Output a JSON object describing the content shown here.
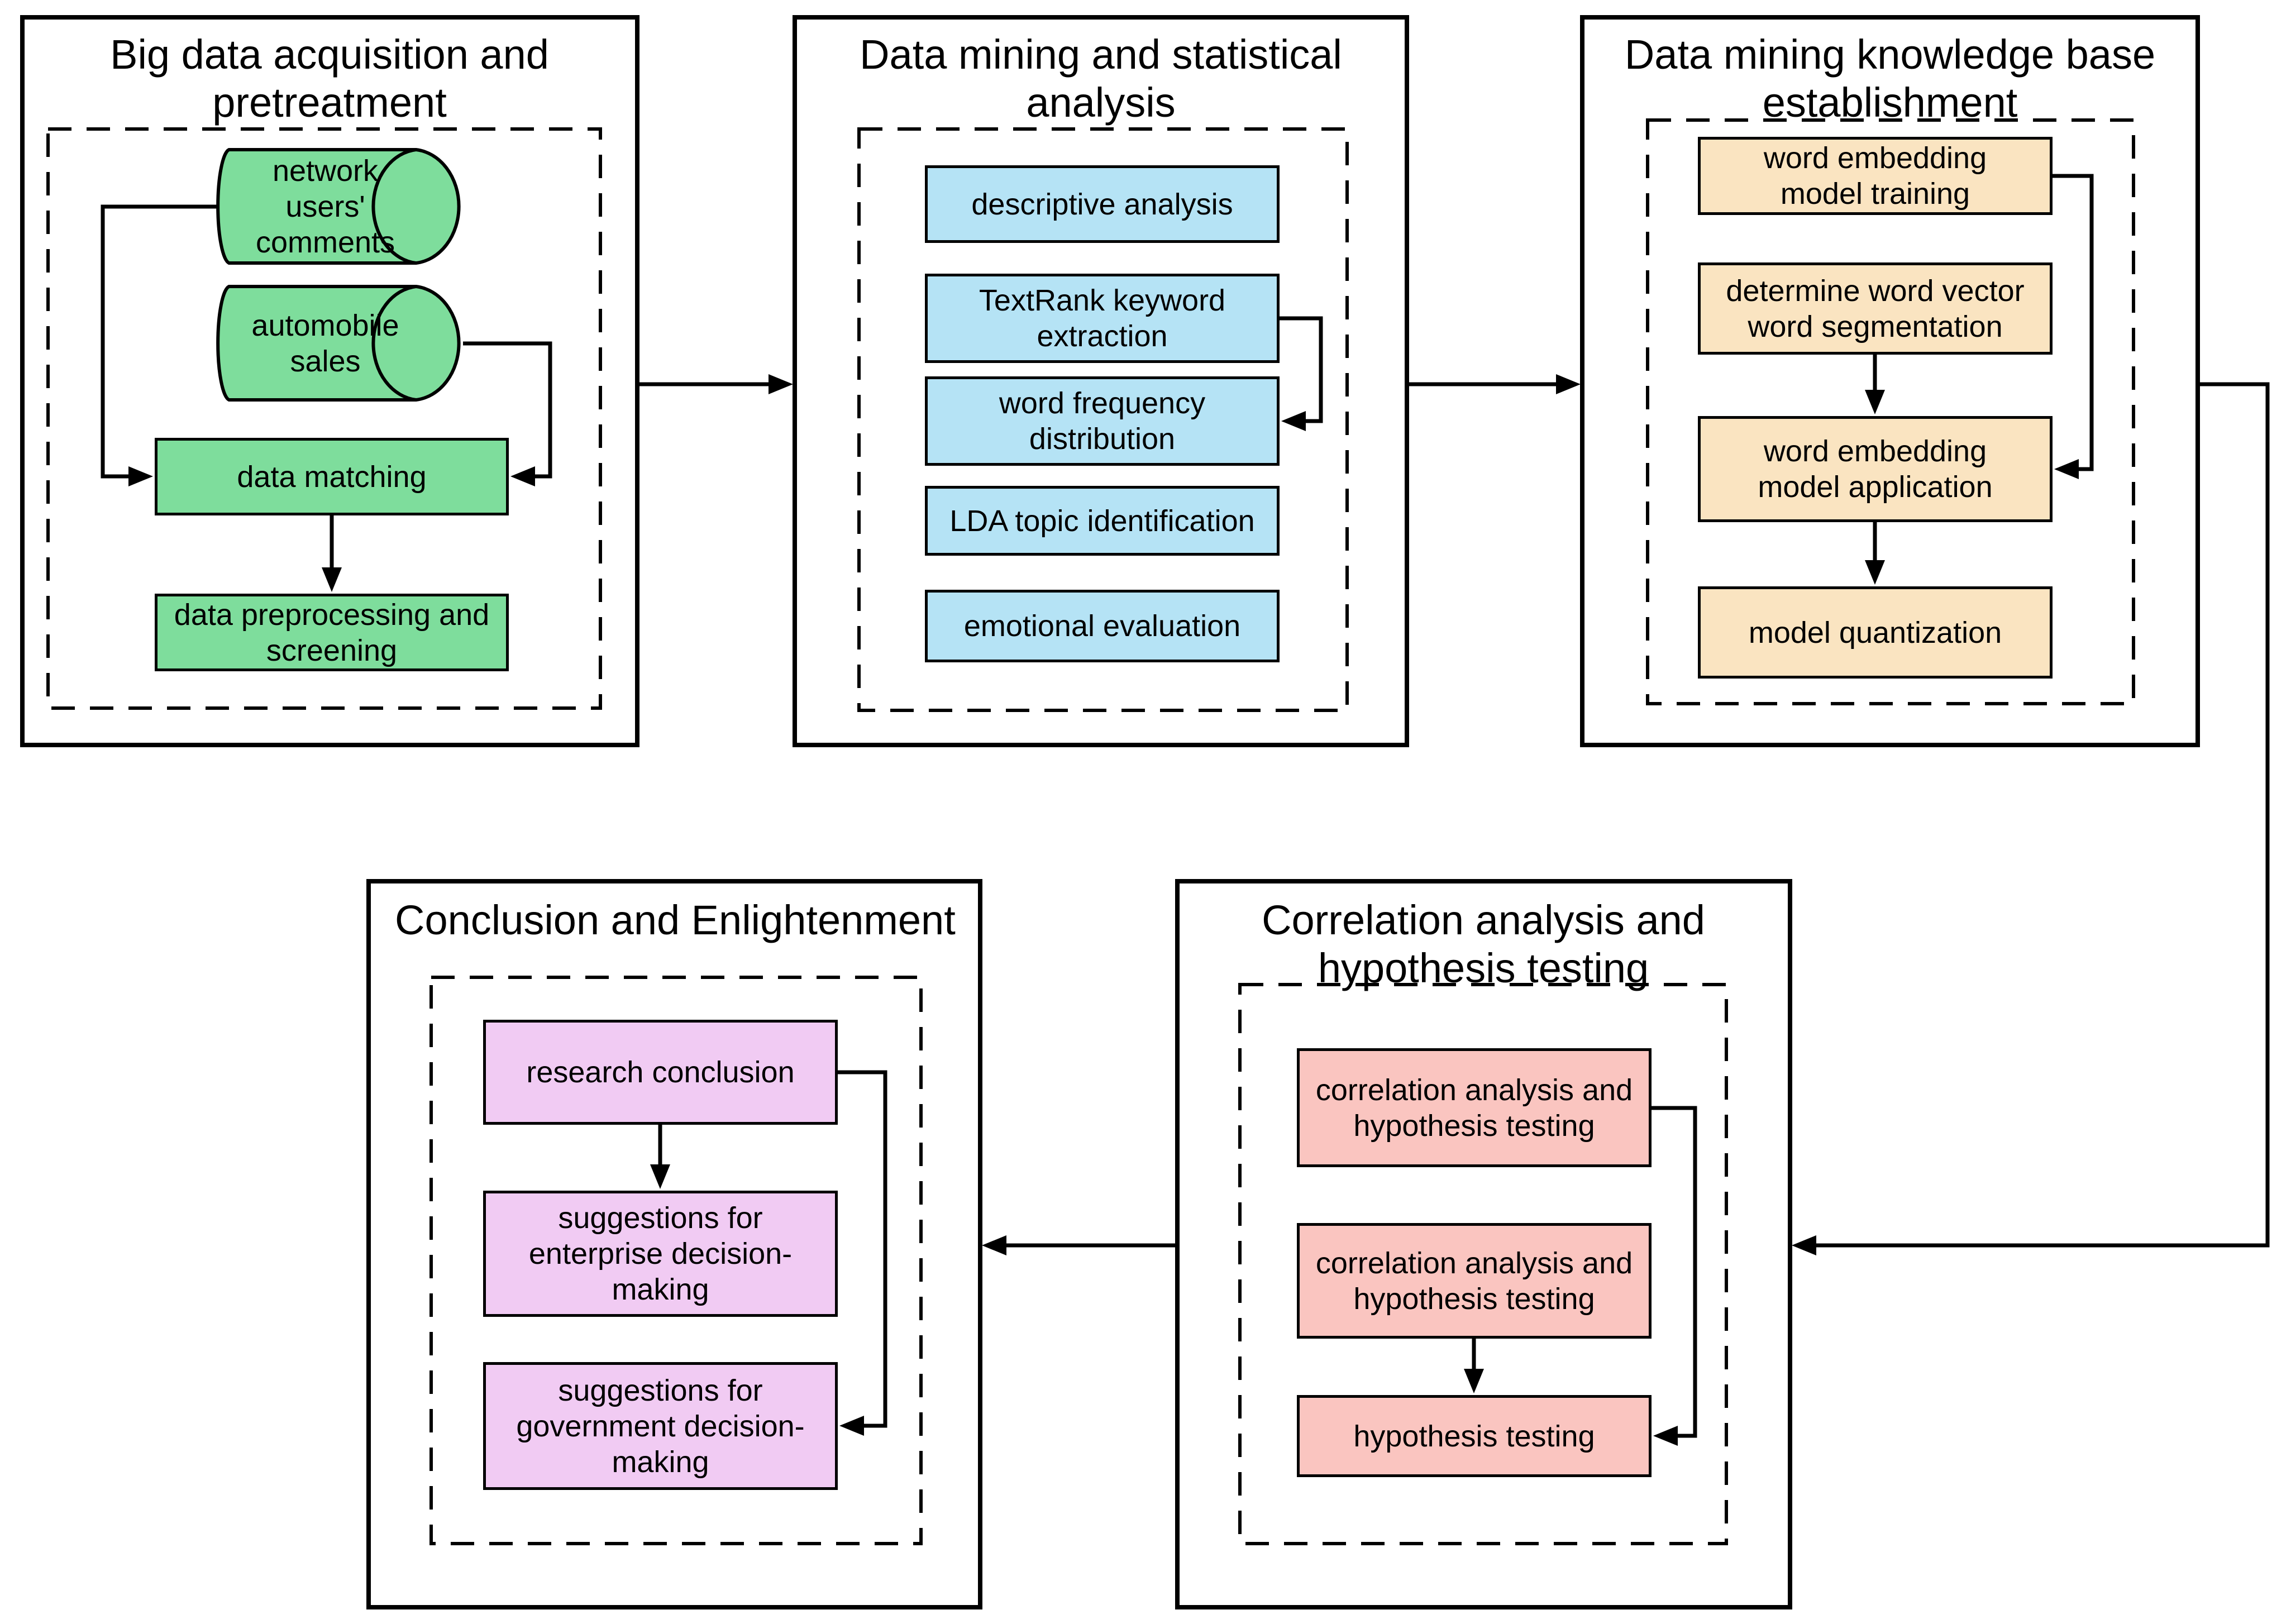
{
  "colors": {
    "green": "#7EDD9C",
    "blue": "#B5E3F5",
    "tan": "#FAE4C1",
    "violet": "#F1CBF3",
    "pink": "#FAC5C0",
    "line": "#000000",
    "background": "#FFFFFF"
  },
  "panels": {
    "acquisition": {
      "title_lines": [
        "Big data acquisition and",
        "pretreatment"
      ],
      "nodes": {
        "network_comments": {
          "lines": [
            "network",
            "users'",
            "comments"
          ],
          "shape": "cylinder"
        },
        "automobile_sales": {
          "lines": [
            "automobile",
            "sales"
          ],
          "shape": "cylinder"
        },
        "data_matching": {
          "lines": [
            "data matching"
          ],
          "shape": "rect"
        },
        "data_preprocessing": {
          "lines": [
            "data preprocessing and",
            "screening"
          ],
          "shape": "rect"
        }
      }
    },
    "mining": {
      "title_lines": [
        "Data mining and statistical",
        "analysis"
      ],
      "nodes": {
        "descriptive": {
          "lines": [
            "descriptive analysis"
          ],
          "shape": "rect"
        },
        "textrank": {
          "lines": [
            "TextRank keyword",
            "extraction"
          ],
          "shape": "rect"
        },
        "wordfreq": {
          "lines": [
            "word frequency",
            "distribution"
          ],
          "shape": "rect"
        },
        "lda": {
          "lines": [
            "LDA topic identification"
          ],
          "shape": "rect"
        },
        "emotional": {
          "lines": [
            "emotional evaluation"
          ],
          "shape": "rect"
        }
      }
    },
    "knowledge": {
      "title_lines": [
        "Data mining knowledge base",
        "establishment"
      ],
      "nodes": {
        "training": {
          "lines": [
            "word embedding",
            "model training"
          ],
          "shape": "rect"
        },
        "segmentation": {
          "lines": [
            "determine word vector",
            "word segmentation"
          ],
          "shape": "rect"
        },
        "application": {
          "lines": [
            "word embedding",
            "model application"
          ],
          "shape": "rect"
        },
        "quantization": {
          "lines": [
            "model quantization"
          ],
          "shape": "rect"
        }
      }
    },
    "conclusion": {
      "title_lines": [
        "Conclusion and Enlightenment"
      ],
      "nodes": {
        "research": {
          "lines": [
            "research conclusion"
          ],
          "shape": "rect"
        },
        "enterprise": {
          "lines": [
            "suggestions for",
            "enterprise decision-",
            "making"
          ],
          "shape": "rect"
        },
        "government": {
          "lines": [
            "suggestions for",
            "government decision-",
            "making"
          ],
          "shape": "rect"
        }
      }
    },
    "correlation": {
      "title_lines": [
        "Correlation analysis and",
        "hypothesis testing"
      ],
      "nodes": {
        "corr1": {
          "lines": [
            "correlation analysis and",
            "hypothesis testing"
          ],
          "shape": "rect"
        },
        "corr2": {
          "lines": [
            "correlation analysis and",
            "hypothesis testing"
          ],
          "shape": "rect"
        },
        "hypothesis": {
          "lines": [
            "hypothesis testing"
          ],
          "shape": "rect"
        }
      }
    }
  },
  "edges": [
    {
      "from": "network-users-comments",
      "to": "data-matching"
    },
    {
      "from": "automobile-sales",
      "to": "data-matching"
    },
    {
      "from": "data-matching",
      "to": "data-preprocessing-and-screening"
    },
    {
      "from": "big-data-acquisition-panel",
      "to": "data-mining-panel"
    },
    {
      "from": "textrank-keyword-extraction",
      "to": "word-frequency-distribution"
    },
    {
      "from": "data-mining-panel",
      "to": "knowledge-base-panel"
    },
    {
      "from": "word-embedding-model-training",
      "to": "word-embedding-model-application"
    },
    {
      "from": "determine-word-vector-word-segmentation",
      "to": "word-embedding-model-application"
    },
    {
      "from": "word-embedding-model-application",
      "to": "model-quantization"
    },
    {
      "from": "knowledge-base-panel",
      "to": "correlation-panel"
    },
    {
      "from": "correlation-panel",
      "to": "conclusion-panel"
    },
    {
      "from": "research-conclusion",
      "to": "suggestions-for-enterprise-decision-making"
    },
    {
      "from": "research-conclusion",
      "to": "suggestions-for-government-decision-making"
    },
    {
      "from": "correlation-analysis-2",
      "to": "hypothesis-testing"
    },
    {
      "from": "correlation-analysis-1",
      "to": "hypothesis-testing"
    }
  ]
}
